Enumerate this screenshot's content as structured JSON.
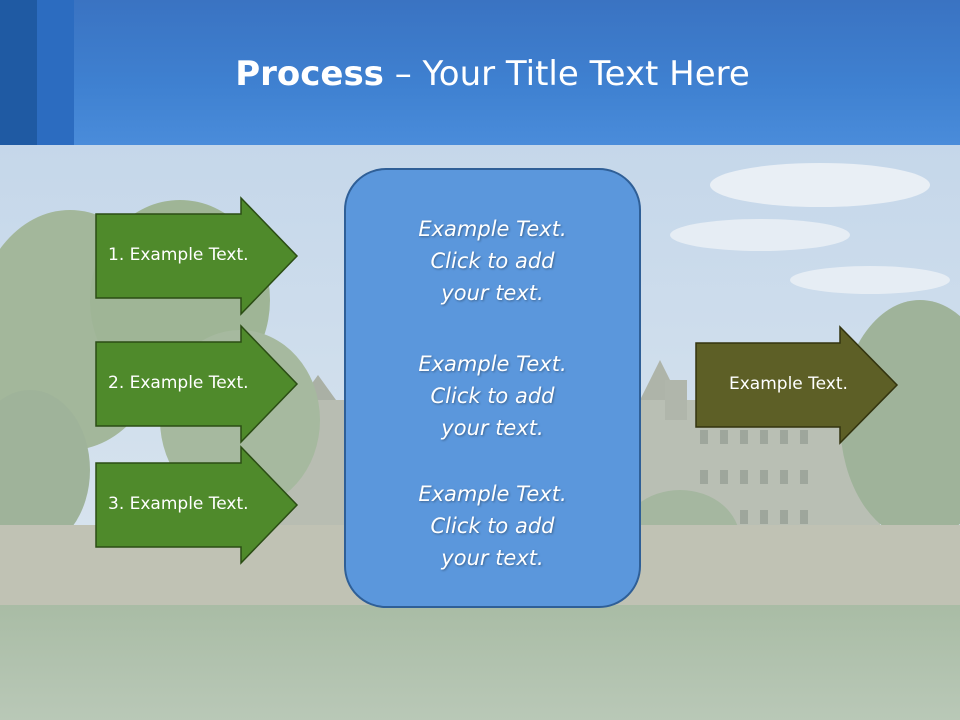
{
  "title": {
    "bold": "Process",
    "rest": " – Your Title Text Here"
  },
  "left_arrows": [
    {
      "label": "1. Example Text."
    },
    {
      "label": "2. Example Text."
    },
    {
      "label": "3. Example Text."
    }
  ],
  "center_box": {
    "items": [
      {
        "line1": "Example Text.",
        "line2": "Click  to add",
        "line3": "your text."
      },
      {
        "line1": "Example Text.",
        "line2": "Click  to add",
        "line3": "your text."
      },
      {
        "line1": "Example Text.",
        "line2": "Click  to add",
        "line3": "your text."
      }
    ]
  },
  "right_arrow": {
    "label": "Example Text."
  },
  "colors": {
    "banner": "#3f81d1",
    "left_arrow_fill": "#4f8a2b",
    "left_arrow_stroke": "#2b4d14",
    "right_arrow_fill": "#5d5f26",
    "right_arrow_stroke": "#33340f",
    "center_box": "#5b97dc"
  }
}
